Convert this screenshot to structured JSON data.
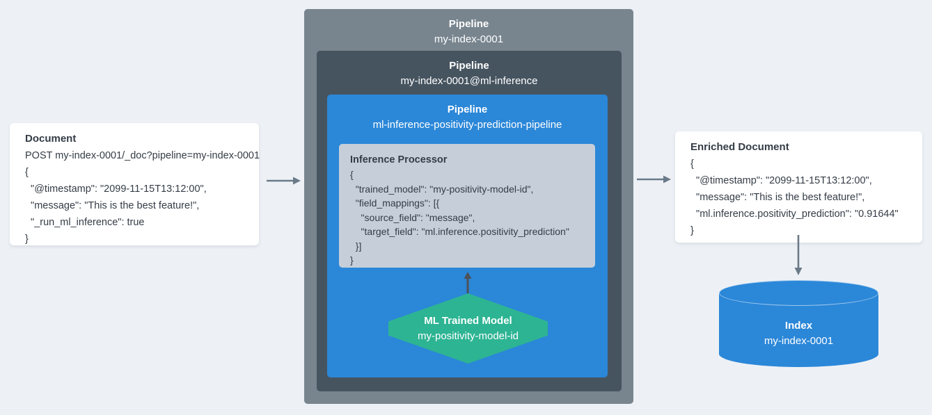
{
  "document_card": {
    "title": "Document",
    "code": "POST my-index-0001/_doc?pipeline=my-index-0001\n{\n  \"@timestamp\": \"2099-11-15T13:12:00\",\n  \"message\": \"This is the best feature!\",\n  \"_run_ml_inference\": true\n}"
  },
  "outer_pipeline": {
    "title": "Pipeline",
    "subtitle": "my-index-0001"
  },
  "inner_pipeline": {
    "title": "Pipeline",
    "subtitle": "my-index-0001@ml-inference"
  },
  "ml_pipeline": {
    "title": "Pipeline",
    "subtitle": "ml-inference-positivity-prediction-pipeline"
  },
  "inference_processor": {
    "title": "Inference Processor",
    "code": "{\n  \"trained_model\": \"my-positivity-model-id\",\n  \"field_mappings\": [{\n    \"source_field\": \"message\",\n    \"target_field\": \"ml.inference.positivity_prediction\"\n  }]\n}"
  },
  "ml_model": {
    "title": "ML Trained Model",
    "subtitle": "my-positivity-model-id"
  },
  "enriched_card": {
    "title": "Enriched Document",
    "code": "{\n  \"@timestamp\": \"2099-11-15T13:12:00\",\n  \"message\": \"This is the best feature!\",\n  \"ml.inference.positivity_prediction\": \"0.91644\"\n}"
  },
  "index": {
    "title": "Index",
    "subtitle": "my-index-0001"
  },
  "colors": {
    "background": "#edf1f6",
    "card_bg": "#ffffff",
    "outer_pipeline_bg": "#78858f",
    "inner_pipeline_bg": "#465460",
    "ml_pipeline_bg": "#2b87d8",
    "processor_bg": "#c6cfd9",
    "model_bg": "#2db493",
    "index_bg": "#2b87d8",
    "arrow": "#6b7a88",
    "arrow_dark": "#4d5258",
    "text_dark": "#343c46"
  }
}
